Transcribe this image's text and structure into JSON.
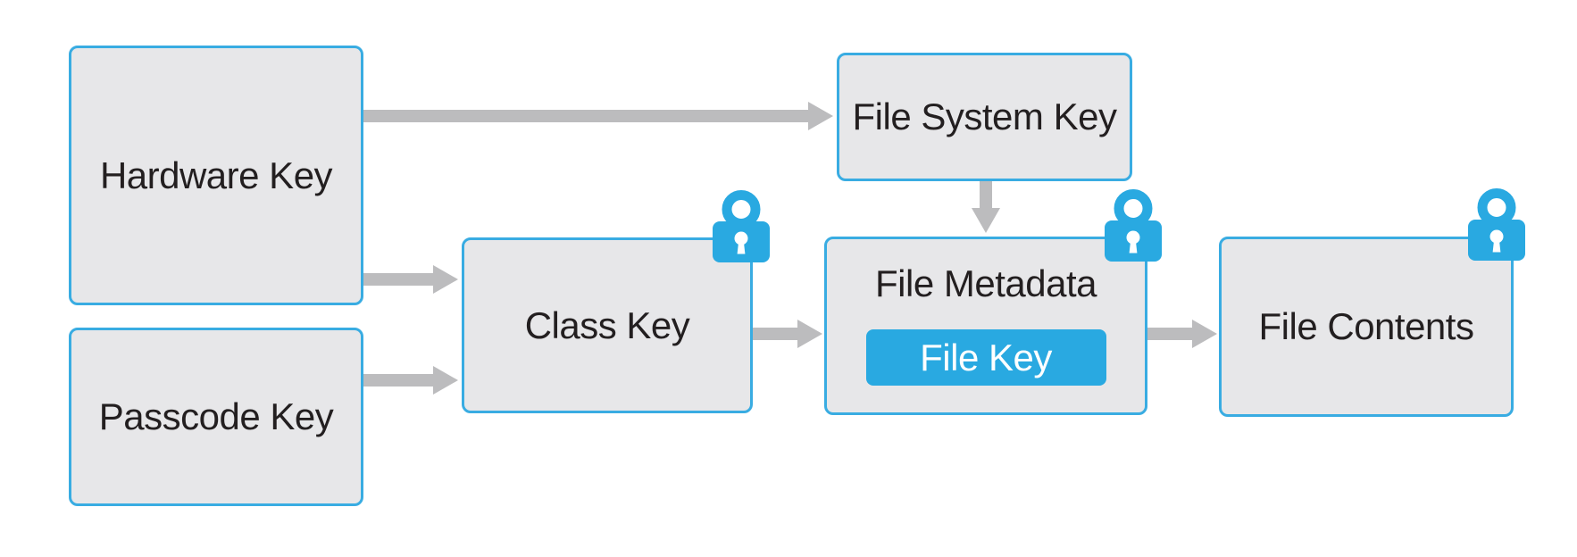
{
  "diagram": {
    "kind": "key-hierarchy-flow-diagram",
    "background": "#ffffff"
  },
  "nodes": {
    "hardware_key": {
      "label": "Hardware Key",
      "locked": false
    },
    "passcode_key": {
      "label": "Passcode Key",
      "locked": false
    },
    "class_key": {
      "label": "Class Key",
      "locked": true
    },
    "file_system_key": {
      "label": "File System Key",
      "locked": false
    },
    "file_metadata": {
      "label": "File Metadata",
      "locked": true,
      "contains": {
        "file_key": {
          "label": "File Key"
        }
      }
    },
    "file_contents": {
      "label": "File Contents",
      "locked": true
    }
  },
  "edges": [
    {
      "from": "hardware_key",
      "to": "file_system_key",
      "direction": "right"
    },
    {
      "from": "hardware_key",
      "to": "class_key",
      "direction": "right"
    },
    {
      "from": "passcode_key",
      "to": "class_key",
      "direction": "right"
    },
    {
      "from": "class_key",
      "to": "file_metadata",
      "direction": "right"
    },
    {
      "from": "file_system_key",
      "to": "file_metadata",
      "direction": "down"
    },
    {
      "from": "file_metadata",
      "to": "file_contents",
      "direction": "right"
    }
  ],
  "icons": {
    "lock": "lock-icon"
  },
  "colors": {
    "box_fill": "#e7e7e9",
    "box_border": "#39ace2",
    "accent_blue": "#29a9e1",
    "arrow_gray": "#bcbcbe",
    "text": "#231f20",
    "background": "#ffffff"
  }
}
